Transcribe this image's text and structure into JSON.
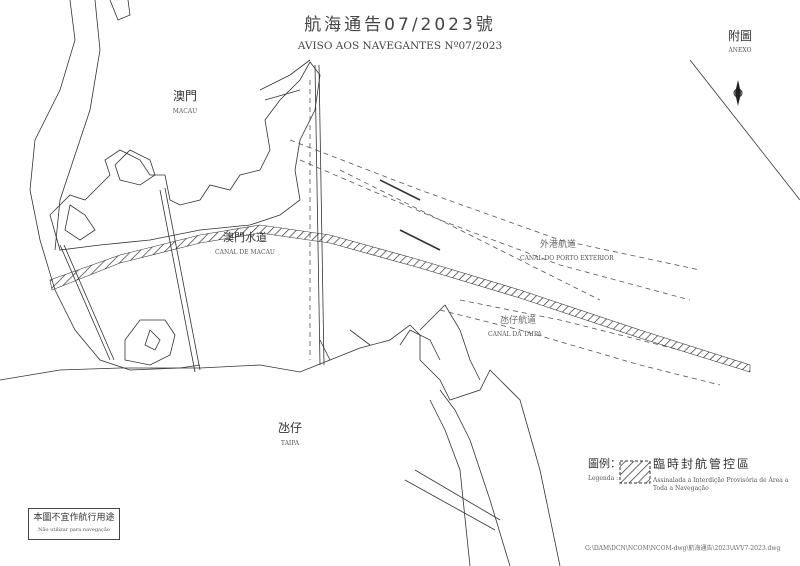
{
  "title": {
    "zh": "航海通告07/2023號",
    "pt": "AVISO AOS NAVEGANTES Nº07/2023"
  },
  "annex": {
    "zh": "附圖",
    "pt": "ANEXO"
  },
  "places": {
    "macau": {
      "zh": "澳門",
      "pt": "MACAU"
    },
    "canal_macau": {
      "zh": "澳門水道",
      "pt": "CANAL DE MACAU"
    },
    "canal_exterior": {
      "zh": "外港航道",
      "pt": "CANAL DO PORTO EXTERIOR"
    },
    "canal_taipa": {
      "zh": "氹仔航道",
      "pt": "CANAL DA TAIPA"
    },
    "taipa": {
      "zh": "氹仔",
      "pt": "TAIPA"
    }
  },
  "legend": {
    "title_zh": "圖例：",
    "title_pt": "Legenda :",
    "item_zh": "臨時封航管控區",
    "item_pt": "Assinalada a Interdição Provisória de Área a Toda a Navegação"
  },
  "disclaimer": {
    "zh": "本圖不宜作航行用途",
    "pt": "Não utilizar para navegação"
  },
  "file_path": "G:\\DAM\\DCN\\NCOM\\NCOM-dwg\\航海通告\\2023\\AVV7-2023.dwg"
}
